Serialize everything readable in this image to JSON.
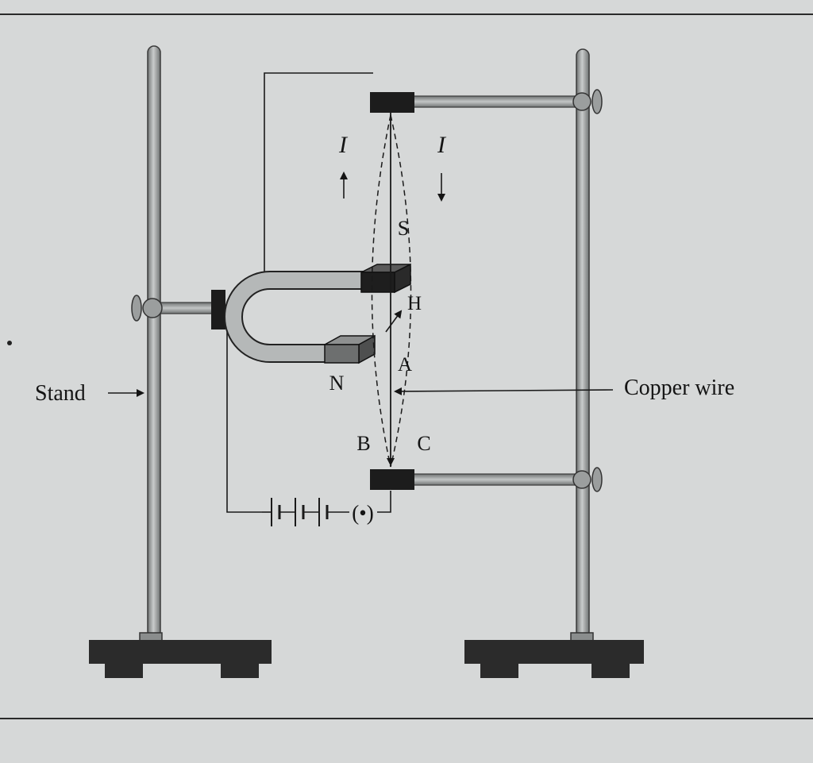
{
  "diagram": {
    "labels": {
      "current_left": "I",
      "current_right": "I",
      "pole_south": "S",
      "pole_north": "N",
      "point_h": "H",
      "point_a": "A",
      "point_b": "B",
      "point_c": "C",
      "stand": "Stand",
      "copper_wire": "Copper wire"
    },
    "components": {
      "battery_cells": 3,
      "key": "(•)"
    }
  }
}
